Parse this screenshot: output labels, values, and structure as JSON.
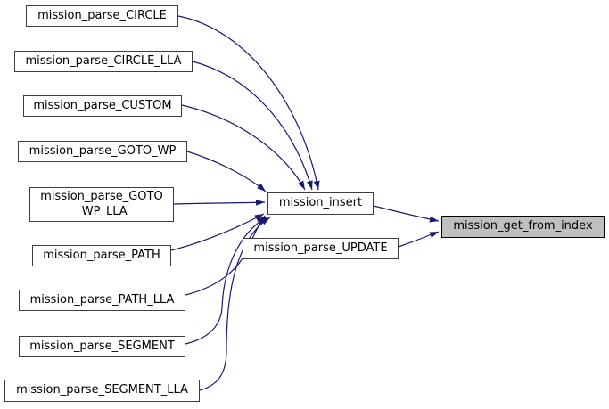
{
  "diagram": {
    "kind": "doxygen-call-graph",
    "background": "#ffffff",
    "colors": {
      "edge": "#191970",
      "node_fill": "#ffffff",
      "node_border": "#3d3d3d",
      "highlight_fill": "#bfbfbf",
      "highlight_border": "#000000",
      "text": "#000000"
    },
    "nodes": [
      {
        "id": "mission_parse_CIRCLE",
        "label": "mission_parse_CIRCLE",
        "highlighted": false
      },
      {
        "id": "mission_parse_CIRCLE_LLA",
        "label": "mission_parse_CIRCLE_LLA",
        "highlighted": false
      },
      {
        "id": "mission_parse_CUSTOM",
        "label": "mission_parse_CUSTOM",
        "highlighted": false
      },
      {
        "id": "mission_parse_GOTO_WP",
        "label": "mission_parse_GOTO_WP",
        "highlighted": false
      },
      {
        "id": "mission_parse_GOTO_WP_LLA",
        "label": "mission_parse_GOTO\n_WP_LLA",
        "highlighted": false
      },
      {
        "id": "mission_parse_PATH",
        "label": "mission_parse_PATH",
        "highlighted": false
      },
      {
        "id": "mission_parse_PATH_LLA",
        "label": "mission_parse_PATH_LLA",
        "highlighted": false
      },
      {
        "id": "mission_parse_SEGMENT",
        "label": "mission_parse_SEGMENT",
        "highlighted": false
      },
      {
        "id": "mission_parse_SEGMENT_LLA",
        "label": "mission_parse_SEGMENT_LLA",
        "highlighted": false
      },
      {
        "id": "mission_insert",
        "label": "mission_insert",
        "highlighted": false
      },
      {
        "id": "mission_parse_UPDATE",
        "label": "mission_parse_UPDATE",
        "highlighted": false
      },
      {
        "id": "mission_get_from_index",
        "label": "mission_get_from_index",
        "highlighted": true
      }
    ],
    "edges": [
      {
        "from": "mission_parse_CIRCLE",
        "to": "mission_insert"
      },
      {
        "from": "mission_parse_CIRCLE_LLA",
        "to": "mission_insert"
      },
      {
        "from": "mission_parse_CUSTOM",
        "to": "mission_insert"
      },
      {
        "from": "mission_parse_GOTO_WP",
        "to": "mission_insert"
      },
      {
        "from": "mission_parse_GOTO_WP_LLA",
        "to": "mission_insert"
      },
      {
        "from": "mission_parse_PATH",
        "to": "mission_insert"
      },
      {
        "from": "mission_parse_PATH_LLA",
        "to": "mission_insert"
      },
      {
        "from": "mission_parse_SEGMENT",
        "to": "mission_insert"
      },
      {
        "from": "mission_parse_SEGMENT_LLA",
        "to": "mission_insert"
      },
      {
        "from": "mission_insert",
        "to": "mission_get_from_index"
      },
      {
        "from": "mission_parse_UPDATE",
        "to": "mission_get_from_index"
      }
    ]
  }
}
